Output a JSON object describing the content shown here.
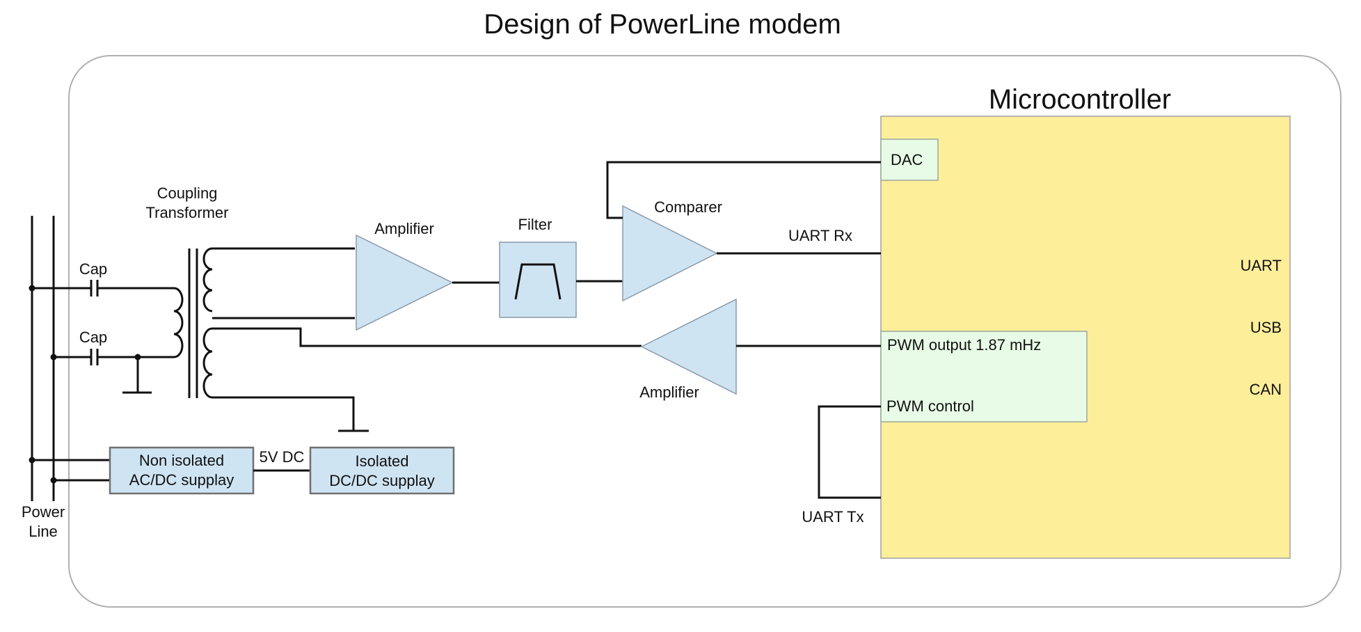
{
  "title": "Design of PowerLine modem",
  "colors": {
    "block_fill": "#cfe4f3",
    "mcu_fill": "#fdee9a",
    "port_fill": "#e8fbe6",
    "wire": "#111111",
    "border": "#b0b0b0"
  },
  "labels": {
    "coupling_1": "Coupling",
    "coupling_2": "Transformer",
    "cap_top": "Cap",
    "cap_bottom": "Cap",
    "amplifier_rx": "Amplifier",
    "filter": "Filter",
    "comparer": "Comparer",
    "uart_rx": "UART Rx",
    "amplifier_tx": "Amplifier",
    "uart_tx": "UART Tx",
    "five_v_dc": "5V DC",
    "power_line_1": "Power",
    "power_line_2": "Line"
  },
  "supplies": {
    "non_isolated_1": "Non isolated",
    "non_isolated_2": "AC/DC supplay",
    "isolated_1": "Isolated",
    "isolated_2": "DC/DC supplay"
  },
  "microcontroller": {
    "title": "Microcontroller",
    "dac": "DAC",
    "pwm_output": "PWM output 1.87 mHz",
    "pwm_control": "PWM control",
    "ports": [
      "UART",
      "USB",
      "CAN"
    ]
  }
}
